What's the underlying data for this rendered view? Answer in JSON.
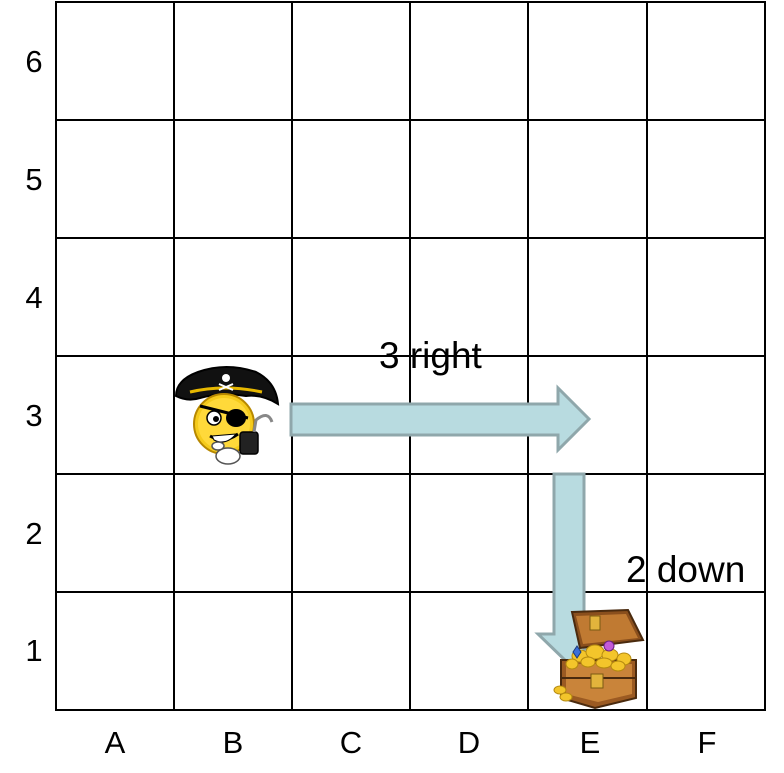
{
  "grid": {
    "columns": [
      "A",
      "B",
      "C",
      "D",
      "E",
      "F"
    ],
    "rows": [
      "1",
      "2",
      "3",
      "4",
      "5",
      "6"
    ]
  },
  "moves": {
    "right_label": "3 right",
    "down_label": "2 down"
  },
  "pieces": {
    "pirate": {
      "icon": "pirate-icon",
      "column": "B",
      "row": "3"
    },
    "treasure": {
      "icon": "treasure-chest-icon",
      "column": "E",
      "row": "1"
    }
  },
  "colors": {
    "arrow_fill": "#b8dbe0",
    "arrow_stroke": "#8fa7ab",
    "grid_line": "#000000"
  }
}
